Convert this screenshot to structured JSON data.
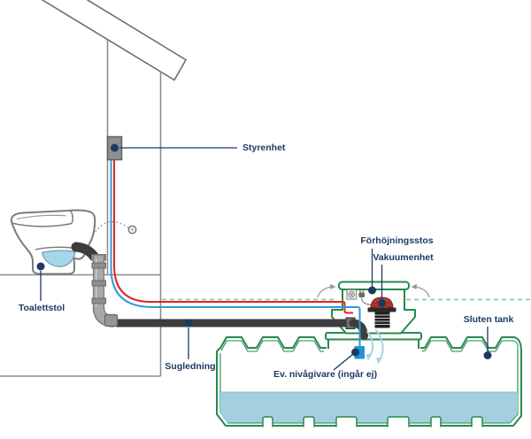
{
  "diagram": {
    "labels": {
      "control_unit": "Styrenhet",
      "toilet": "Toalettstol",
      "suction_line": "Sugledning",
      "riser_collar": "Förhöjningsstos",
      "vacuum_unit": "Vakuumenhet",
      "sealed_tank": "Sluten tank",
      "level_sensor": "Ev. nivågivare (ingår ej)"
    },
    "colors": {
      "label_navy": "#1c3a64",
      "tank_green": "#268a4d",
      "ground_dash_green": "#79c79c",
      "power_cable_red": "#e02222",
      "sensor_cable_blue": "#2e9bd6",
      "tank_water": "#a3cfe0",
      "toilet_water": "#a6d7e8",
      "suction_pipe_dark": "#3d3d3d",
      "gray_pipe": "#a8a8a8",
      "vacuum_dome_red": "#c0392b",
      "structure_gray": "#8c8c8c"
    }
  }
}
